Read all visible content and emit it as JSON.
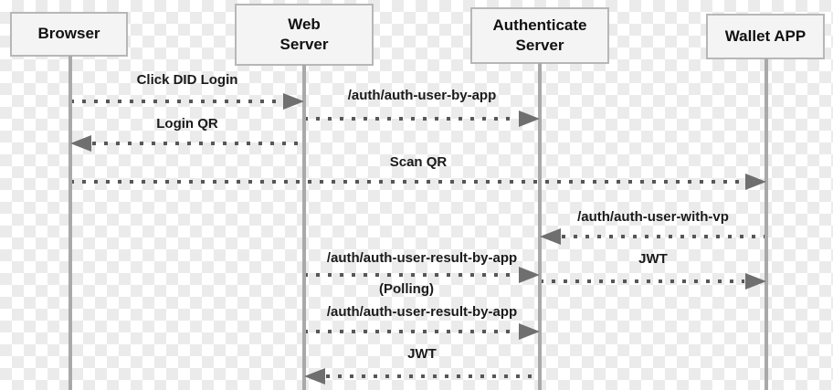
{
  "diagram_type": "sequence-diagram",
  "actors": [
    {
      "name": "Browser"
    },
    {
      "name": "Web\nServer"
    },
    {
      "name": "Authenticate\nServer"
    },
    {
      "name": "Wallet APP"
    }
  ],
  "messages": [
    {
      "label": "Click DID Login",
      "from": "Browser",
      "to": "Web Server",
      "direction": "right",
      "line_style": "dotted"
    },
    {
      "label": "/auth/auth-user-by-app",
      "from": "Web Server",
      "to": "Authenticate Server",
      "direction": "right",
      "line_style": "dotted"
    },
    {
      "label": "Login QR",
      "from": "Web Server",
      "to": "Browser",
      "direction": "left",
      "line_style": "dotted"
    },
    {
      "label": "Scan QR",
      "from": "Browser",
      "to": "Wallet APP",
      "direction": "right",
      "line_style": "dotted"
    },
    {
      "label": "/auth/auth-user-with-vp",
      "from": "Wallet APP",
      "to": "Authenticate Server",
      "direction": "left",
      "line_style": "dotted"
    },
    {
      "label": "/auth/auth-user-result-by-app",
      "sublabel": "(Polling)",
      "from": "Web Server",
      "to": "Authenticate Server",
      "direction": "right",
      "line_style": "dotted"
    },
    {
      "label": "JWT",
      "from": "Authenticate Server",
      "to": "Wallet APP",
      "direction": "right",
      "line_style": "dotted"
    },
    {
      "label": "/auth/auth-user-result-by-app",
      "from": "Web Server",
      "to": "Authenticate Server",
      "direction": "right",
      "line_style": "dotted"
    },
    {
      "label": "JWT",
      "from": "Authenticate Server",
      "to": "Web Server",
      "direction": "left",
      "line_style": "dotted"
    }
  ],
  "colors": {
    "box_fill": "#f4f4f4",
    "box_border": "#b7b7b7",
    "lifeline": "#a9a9a9",
    "dot": "#575757",
    "arrowhead": "#6f6f6f",
    "text": "#1a1a1a",
    "checker_light": "#ffffff",
    "checker_dark": "#ebebeb"
  }
}
